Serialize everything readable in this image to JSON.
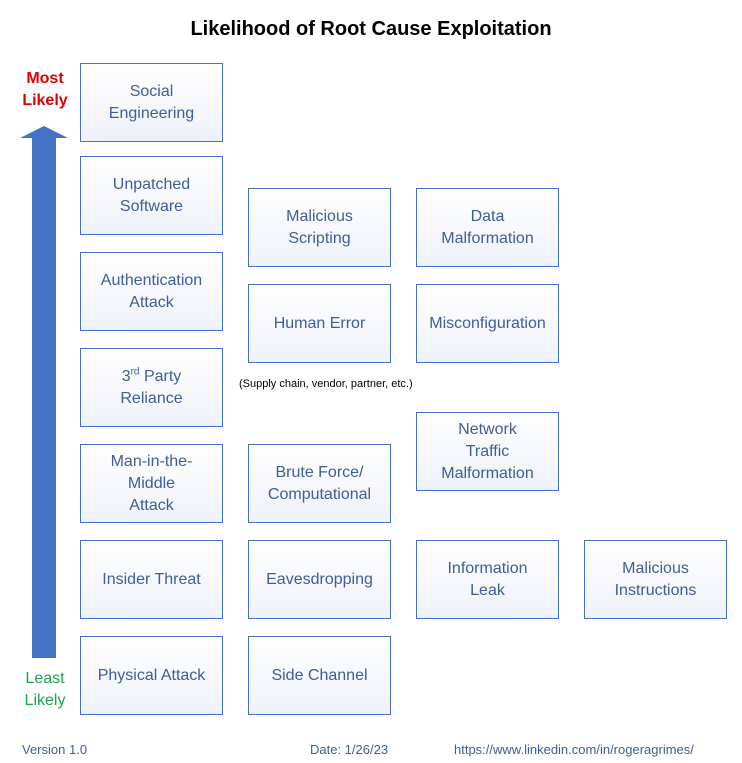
{
  "title": "Likelihood of Root Cause Exploitation",
  "axis": {
    "top": "Most\nLikely",
    "bottom": "Least\nLikely"
  },
  "colors": {
    "most": "#e00000",
    "least": "#1aa34a",
    "arrow": "#4472c4",
    "box_text": "#3e5d99"
  },
  "boxes": {
    "social_engineering": "Social\nEngineering",
    "unpatched_software": "Unpatched\nSoftware",
    "authentication_attack": "Authentication\nAttack",
    "third_party": {
      "num": "3",
      "sup": "rd",
      "rest": " Party",
      "line2": "Reliance"
    },
    "mitm": "Man-in-the-\nMiddle\nAttack",
    "insider_threat": "Insider Threat",
    "physical_attack": "Physical Attack",
    "malicious_scripting": "Malicious\nScripting",
    "human_error": "Human Error",
    "brute_force": "Brute Force/\nComputational",
    "eavesdropping": "Eavesdropping",
    "side_channel": "Side Channel",
    "data_malformation": "Data\nMalformation",
    "misconfiguration": "Misconfiguration",
    "network_traffic": "Network\nTraffic\nMalformation",
    "information_leak": "Information\nLeak",
    "malicious_instructions": "Malicious\nInstructions"
  },
  "note": "(Supply chain, vendor, partner, etc.)",
  "footer": {
    "version": "Version 1.0",
    "date": "Date: 1/26/23",
    "url": "https://www.linkedin.com/in/rogeragrimes/"
  }
}
